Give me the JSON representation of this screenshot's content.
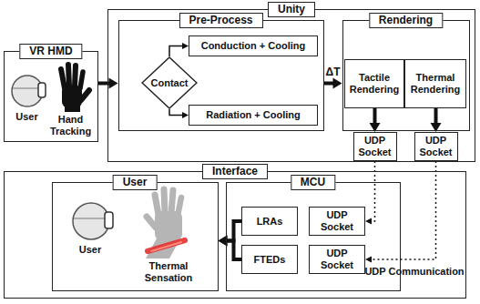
{
  "diagram": {
    "nodes": [
      {
        "text": [
          "VR HMD",
          "User",
          "Hand Tracking"
        ]
      },
      {
        "text": [
          "Unity"
        ]
      },
      {
        "text": [
          "Pre-Process"
        ],
        "in": 1
      },
      {
        "text": [
          "Contact"
        ],
        "in": 2
      },
      {
        "text": [
          "Conduction + Cooling"
        ],
        "in": 2
      },
      {
        "text": [
          "Radiation + Cooling"
        ],
        "in": 2
      },
      {
        "text": [
          "Rendering"
        ],
        "in": 1
      },
      {
        "text": [
          "Tactile Rendering"
        ],
        "in": 6
      },
      {
        "text": [
          "Thermal Rendering"
        ],
        "in": 6
      },
      {
        "text": [
          "UDP Socket"
        ],
        "in": 1
      },
      {
        "text": [
          "UDP Socket"
        ],
        "in": 1
      },
      {
        "text": [
          "Interface"
        ]
      },
      {
        "text": [
          "User",
          "User",
          "Thermal Sensation"
        ],
        "in": 11
      },
      {
        "text": [
          "MCU"
        ],
        "in": 11
      },
      {
        "text": [
          "LRAs"
        ],
        "in": 13
      },
      {
        "text": [
          "FTEDs"
        ],
        "in": 13
      },
      {
        "text": [
          "UDP Socket"
        ],
        "in": 13
      },
      {
        "text": [
          "UDP Socket"
        ],
        "in": 13
      }
    ],
    "edges": [
      {
        "from": 0,
        "to": 2,
        "arrow": "to"
      },
      {
        "from": 3,
        "to": 4,
        "arrow": "to"
      },
      {
        "from": 3,
        "to": 5,
        "arrow": "to"
      },
      {
        "from": 2,
        "to": 6,
        "label": "ΔT",
        "arrow": "to"
      },
      {
        "from": 7,
        "to": 9,
        "arrow": "to"
      },
      {
        "from": 8,
        "to": 10,
        "arrow": "to"
      },
      {
        "from": 9,
        "to": 16,
        "arrow": "to"
      },
      {
        "from": 10,
        "to": 17,
        "arrow": "to"
      },
      {
        "from": 14,
        "to": 12,
        "arrow": "to"
      },
      {
        "from": 15,
        "to": 12,
        "arrow": "to"
      }
    ],
    "labels": [
      "UDP Communication"
    ]
  }
}
